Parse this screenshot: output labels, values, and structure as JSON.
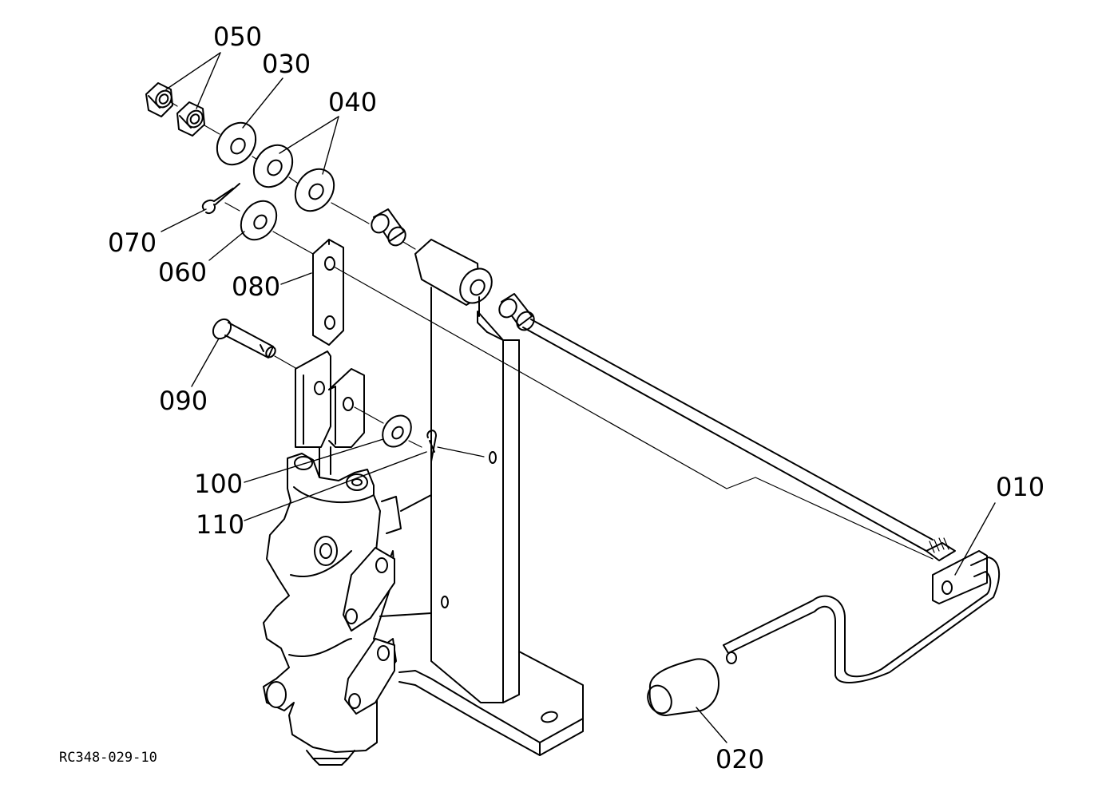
{
  "diagram": {
    "drawing_code": "RC348-029-10",
    "callouts": {
      "p010": "010",
      "p020": "020",
      "p030": "030",
      "p040": "040",
      "p050": "050",
      "p060": "060",
      "p070": "070",
      "p080": "080",
      "p090": "090",
      "p100": "100",
      "p110": "110"
    }
  }
}
